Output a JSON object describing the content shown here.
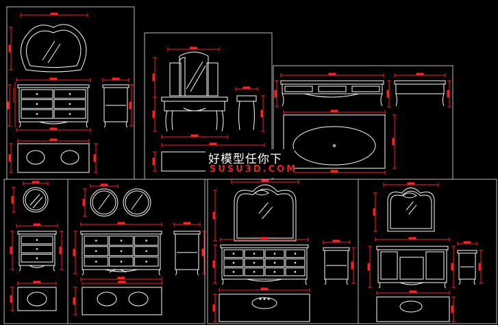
{
  "watermark": {
    "title": "好模型任你下",
    "site": "SUSU3D.COM"
  },
  "colors": {
    "background": "#000000",
    "line": "#ffffff",
    "dimension": "#ff2020",
    "border": "#bdbdbd"
  },
  "sheets": [
    {
      "name": "oval-mirror-double-vanity"
    },
    {
      "name": "dressing-table-mirror"
    },
    {
      "name": "tv-cabinet-oval-basin"
    },
    {
      "name": "round-mirror-single-vanity"
    },
    {
      "name": "double-round-mirror-vanity"
    },
    {
      "name": "arched-mirror-vanity"
    },
    {
      "name": "square-mirror-cabinet-vanity"
    }
  ]
}
